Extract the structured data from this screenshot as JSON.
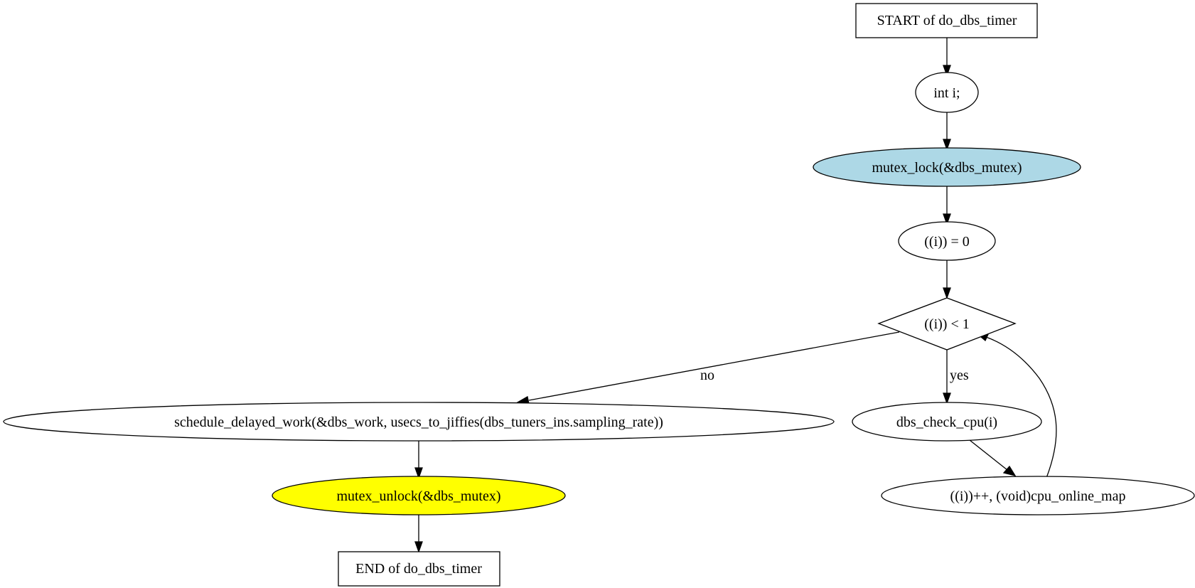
{
  "colors": {
    "stroke": "#000000",
    "background": "#ffffff",
    "lock_fill": "#add8e6",
    "unlock_fill": "#ffff00",
    "default_fill": "#ffffff"
  },
  "nodes": {
    "start": {
      "label": "START of do_dbs_timer",
      "shape": "box"
    },
    "decl": {
      "label": "int i;",
      "shape": "ellipse"
    },
    "lock": {
      "label": "mutex_lock(&dbs_mutex)",
      "shape": "ellipse"
    },
    "init": {
      "label": "((i)) = 0",
      "shape": "ellipse"
    },
    "cond": {
      "label": "((i)) < 1",
      "shape": "diamond"
    },
    "check": {
      "label": "dbs_check_cpu(i)",
      "shape": "ellipse"
    },
    "incr": {
      "label": "((i))++, (void)cpu_online_map",
      "shape": "ellipse"
    },
    "sched": {
      "label": "schedule_delayed_work(&dbs_work, usecs_to_jiffies(dbs_tuners_ins.sampling_rate))",
      "shape": "ellipse"
    },
    "unlock": {
      "label": "mutex_unlock(&dbs_mutex)",
      "shape": "ellipse"
    },
    "end": {
      "label": "END of do_dbs_timer",
      "shape": "box"
    }
  },
  "edges": [
    {
      "from": "start",
      "to": "decl",
      "label": ""
    },
    {
      "from": "decl",
      "to": "lock",
      "label": ""
    },
    {
      "from": "lock",
      "to": "init",
      "label": ""
    },
    {
      "from": "init",
      "to": "cond",
      "label": ""
    },
    {
      "from": "cond",
      "to": "check",
      "label": "yes"
    },
    {
      "from": "check",
      "to": "incr",
      "label": ""
    },
    {
      "from": "incr",
      "to": "cond",
      "label": ""
    },
    {
      "from": "cond",
      "to": "sched",
      "label": "no"
    },
    {
      "from": "sched",
      "to": "unlock",
      "label": ""
    },
    {
      "from": "unlock",
      "to": "end",
      "label": ""
    }
  ]
}
